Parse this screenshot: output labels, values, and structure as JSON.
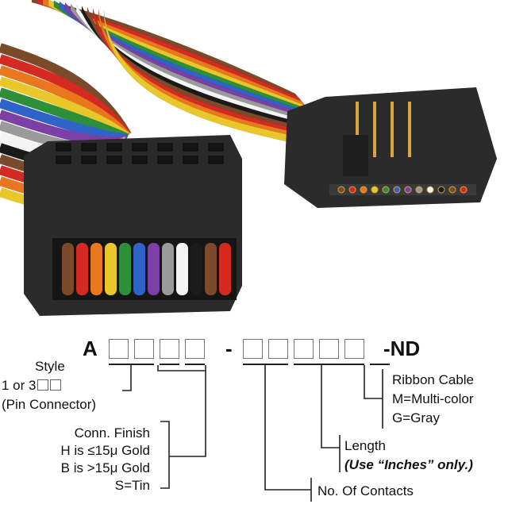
{
  "part_number": {
    "prefix": "A",
    "dash": "-",
    "suffix": "-ND",
    "group1_slots": 4,
    "group2_slots": 5
  },
  "labels": {
    "style": "Style",
    "pin_connector_line1": "1 or 3",
    "pin_connector_line2": "(Pin Connector)",
    "conn_finish_title": "Conn. Finish",
    "conn_finish_h": "H is ≤15μ  Gold",
    "conn_finish_b": "B is >15μ  Gold",
    "conn_finish_s": "S=Tin",
    "contacts": "No. Of Contacts",
    "length_title": "Length",
    "length_note": "(Use “Inches” only.)",
    "ribbon_title": "Ribbon Cable",
    "ribbon_m": "M=Multi-color",
    "ribbon_g": "G=Gray"
  },
  "photo": {
    "subject": "ribbon-cable-assembly",
    "connector_left": "idc-socket-connector",
    "connector_right": "right-angle-pin-header",
    "wire_colors": [
      "#7a4a2a",
      "#d42a22",
      "#e8771e",
      "#e9c62a",
      "#2d8f3a",
      "#2f63c8",
      "#7b3fa6",
      "#9a9a9a",
      "#f4f4f4",
      "#1a1a1a",
      "#7a4a2a",
      "#d42a22",
      "#e8771e",
      "#e9c62a"
    ],
    "body_color": "#2b2b2b"
  }
}
